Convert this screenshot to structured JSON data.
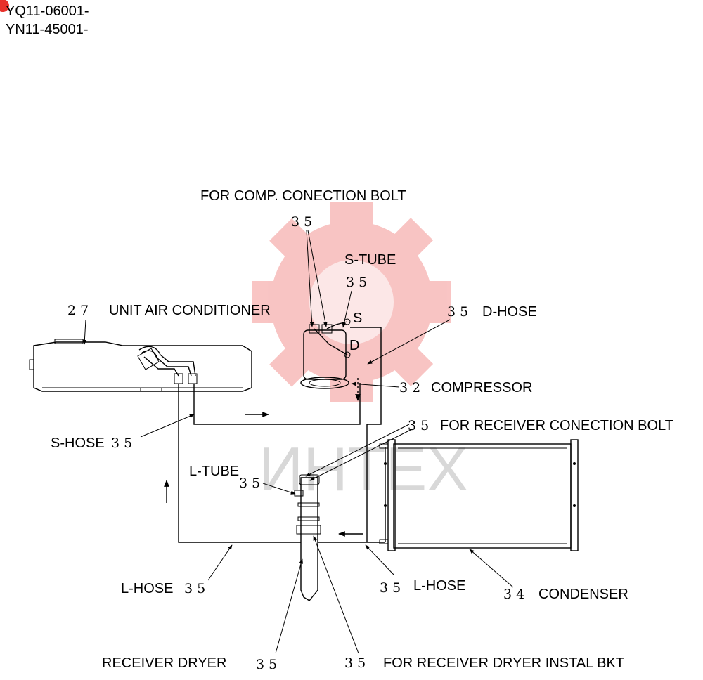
{
  "serials": [
    "YQ11-06001-",
    "YN11-45001-"
  ],
  "watermark": {
    "text": "ИНТЕХ",
    "color": "#e8302a"
  },
  "labels": {
    "comp_bolt": "FOR COMP. CONECTION BOLT",
    "s_tube": "S-TUBE",
    "unit_ac": "UNIT AIR CONDITIONER",
    "d_hose": "D-HOSE",
    "s_mark": "S",
    "d_mark": "D",
    "compressor": "COMPRESSOR",
    "recv_bolt": "FOR RECEIVER CONECTION BOLT",
    "s_hose": "S-HOSE",
    "l_tube": "L-TUBE",
    "l_hose_left": "L-HOSE",
    "l_hose_right": "L-HOSE",
    "condenser": "CONDENSER",
    "receiver_dryer": "RECEIVER DRYER",
    "dryer_bkt": "FOR RECEIVER DRYER INSTAL BKT"
  },
  "numbers": {
    "comp_bolt": "3 5",
    "s_tube": "3 5",
    "unit_ac": "2 7",
    "d_hose": "3 5",
    "compressor": "3 2",
    "recv_bolt": "3 5",
    "s_hose": "3 5",
    "l_tube": "3 5",
    "l_hose_left": "3 5",
    "l_hose_right": "3 5",
    "condenser": "3 4",
    "receiver_dryer": "3 5",
    "dryer_bkt": "3 5"
  }
}
